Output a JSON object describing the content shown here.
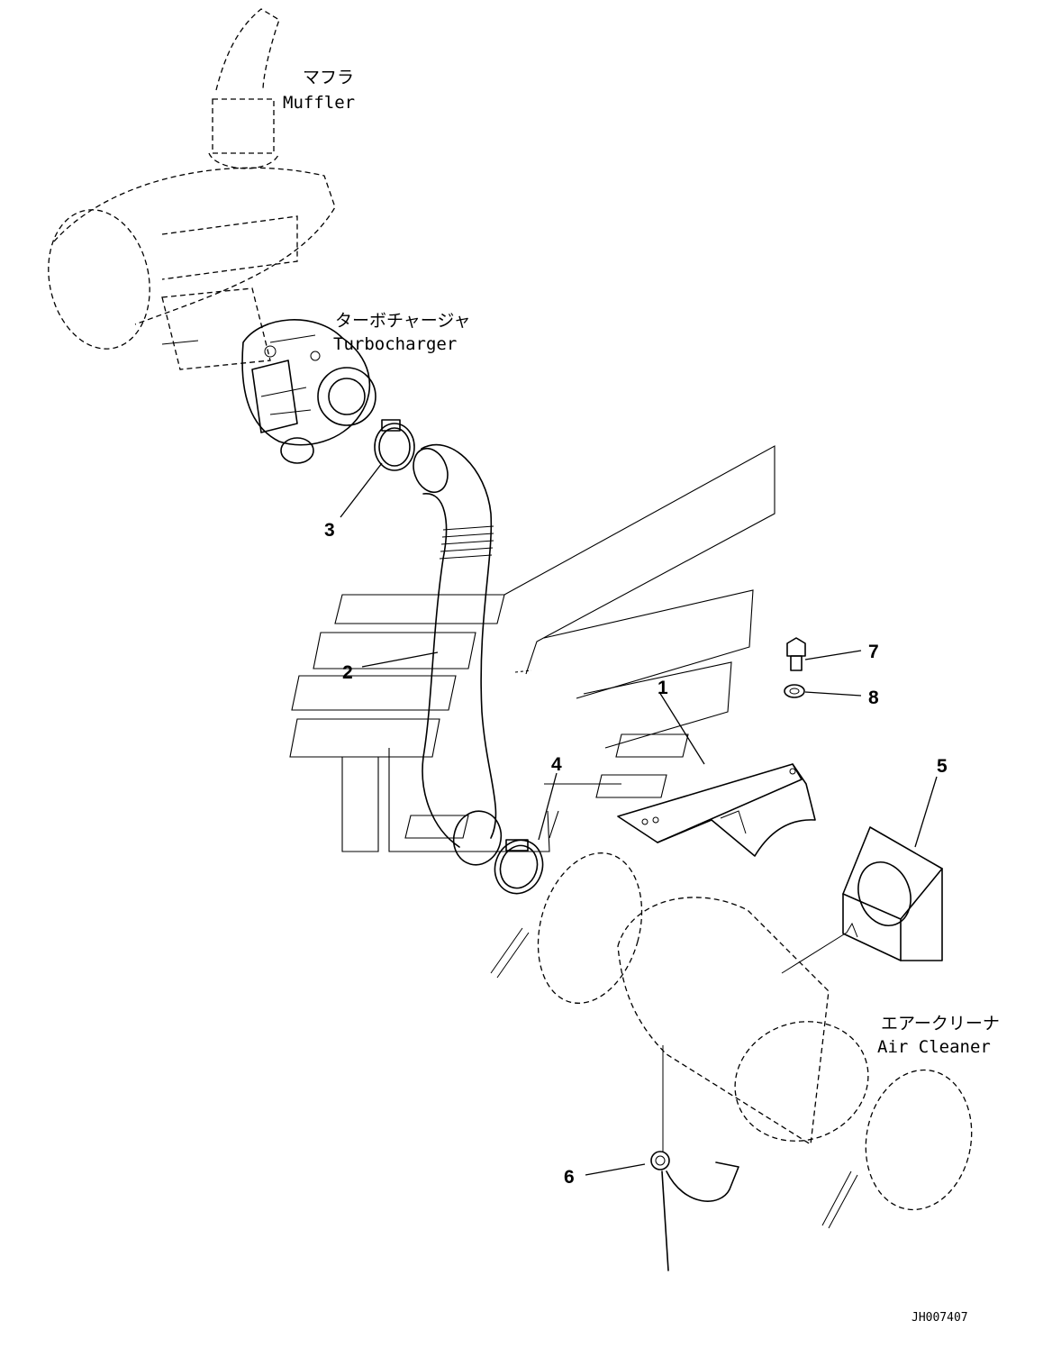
{
  "components": {
    "muffler": {
      "label_ja": "マフラ",
      "label_en": "Muffler"
    },
    "turbocharger": {
      "label_ja": "ターボチャージャ",
      "label_en": "Turbocharger"
    },
    "air_cleaner": {
      "label_ja": "エアークリーナ",
      "label_en": "Air Cleaner"
    }
  },
  "callouts": [
    "1",
    "2",
    "3",
    "4",
    "5",
    "6",
    "7",
    "8"
  ],
  "drawing_code": "JH007407"
}
